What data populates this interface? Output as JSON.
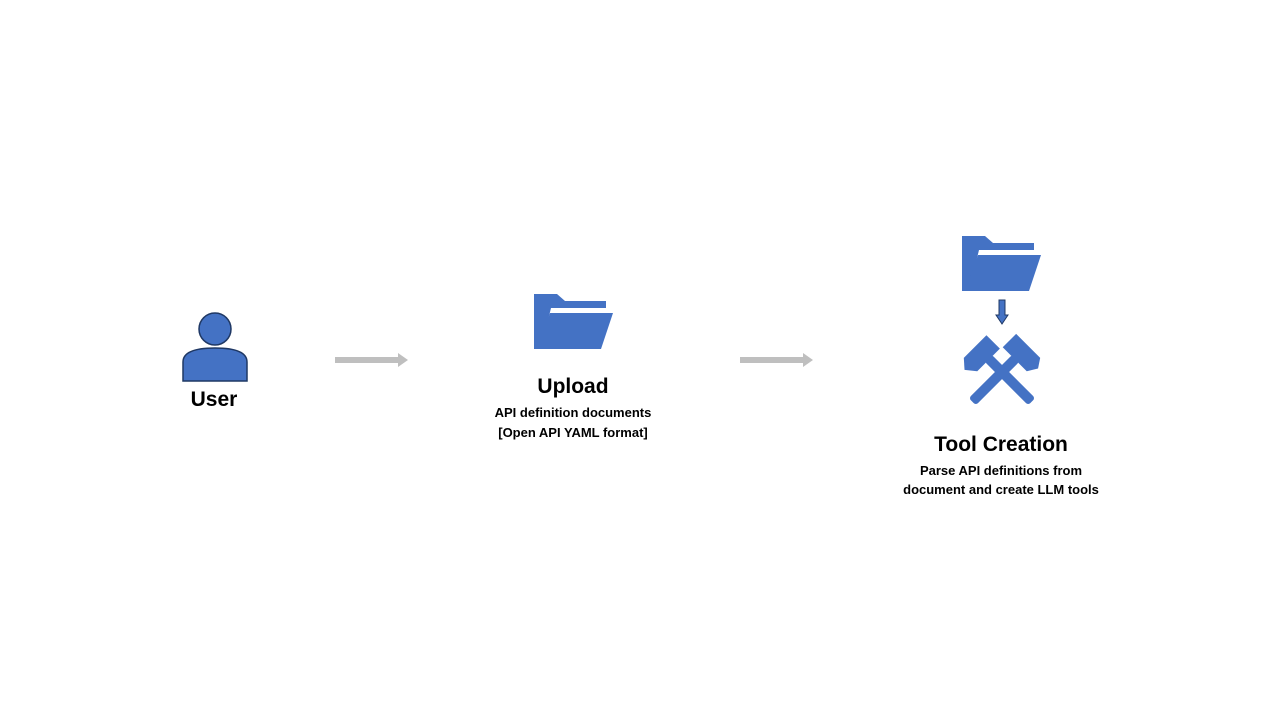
{
  "colors": {
    "icon_blue": "#4472c4",
    "icon_outline": "#1f3864",
    "arrow_gray": "#bfbfbf",
    "text": "#000000",
    "background": "#ffffff"
  },
  "nodes": {
    "user": {
      "icon": "user-icon",
      "title": "User"
    },
    "upload": {
      "icon": "folder-icon",
      "title": "Upload",
      "desc_line1": "API definition documents",
      "desc_line2": "[Open API YAML format]"
    },
    "tool_creation": {
      "icons": [
        "folder-icon",
        "arrow-down-icon",
        "hammers-icon"
      ],
      "title": "Tool Creation",
      "desc_line1": "Parse API definitions from",
      "desc_line2": "document and create LLM tools"
    }
  },
  "connectors": [
    {
      "from": "user",
      "to": "upload",
      "icon": "arrow-right-icon"
    },
    {
      "from": "upload",
      "to": "tool_creation",
      "icon": "arrow-right-icon"
    }
  ]
}
